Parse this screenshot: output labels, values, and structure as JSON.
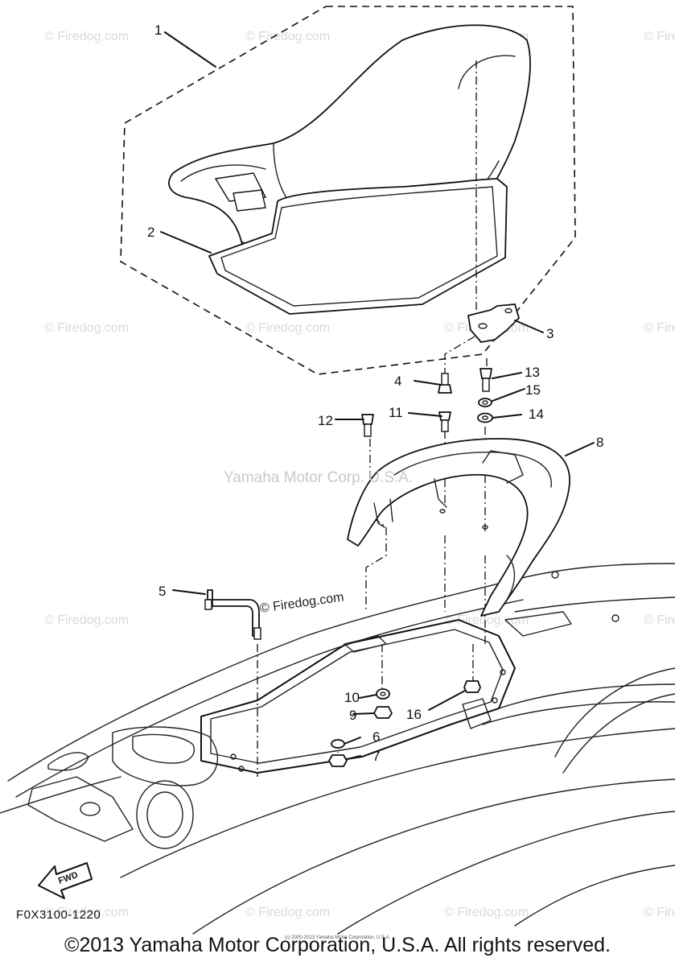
{
  "callouts": [
    "1",
    "2",
    "3",
    "4",
    "5",
    "6",
    "7",
    "8",
    "9",
    "10",
    "11",
    "12",
    "13",
    "14",
    "15",
    "16"
  ],
  "watermark_small": "© Firedog.com",
  "watermark_mid": "© Firedog.com",
  "center_watermark": "Yamaha Motor Corp. U.S.A.",
  "fwd_label": "FWD",
  "diagram_code": "F0X3100-1220",
  "fine_print": "(c) 2000-2013 Yamaha Motor Corporation, U.S.A.",
  "footer": "©2013 Yamaha Motor Corporation, U.S.A. All rights reserved.",
  "icons": {
    "fwd_arrow": "forward-arrow-icon"
  }
}
